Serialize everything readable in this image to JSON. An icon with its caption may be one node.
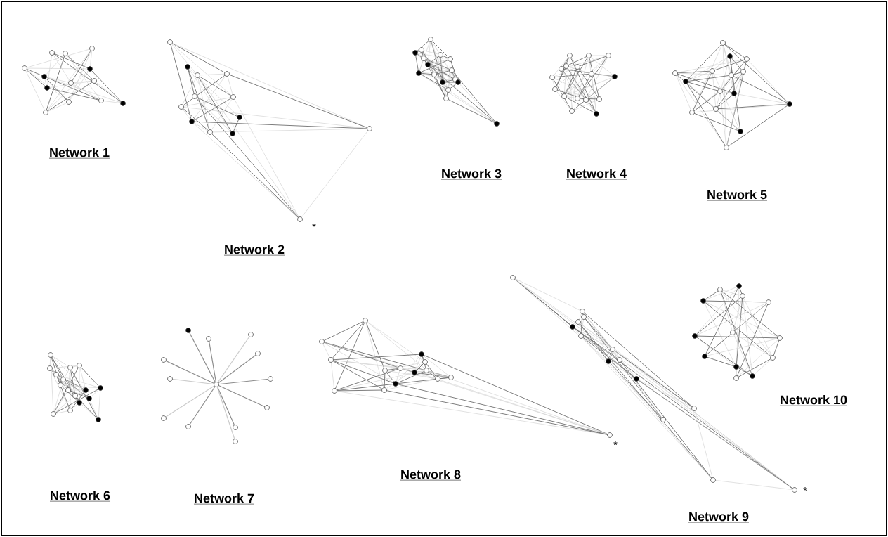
{
  "diagram": {
    "labels": [
      "Network 1",
      "Network 2",
      "*",
      "Network 3",
      "Network 4",
      "Network 5",
      "Network 6",
      "Network 7",
      "Network 8",
      "*",
      "Network 9",
      "*",
      "Network 10"
    ]
  }
}
